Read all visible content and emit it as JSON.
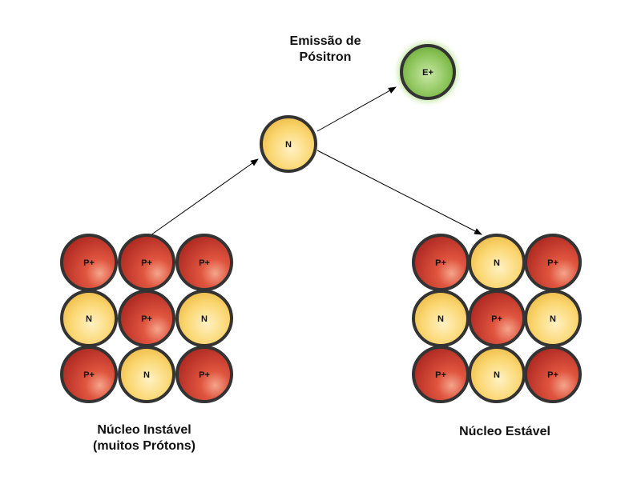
{
  "labels": {
    "emission_line1": "Emissão de",
    "emission_line2": "Pósitron",
    "unstable_line1": "Núcleo Instável",
    "unstable_line2": "(muitos Prótons)",
    "stable": "Núcleo Estável"
  },
  "particles": {
    "proton": "P+",
    "neutron": "N",
    "positron": "E+"
  },
  "nuclei": {
    "unstable": [
      [
        "proton",
        "proton",
        "proton"
      ],
      [
        "neutron",
        "proton",
        "neutron"
      ],
      [
        "proton",
        "neutron",
        "proton"
      ]
    ],
    "stable": [
      [
        "proton",
        "neutron",
        "proton"
      ],
      [
        "neutron",
        "proton",
        "neutron"
      ],
      [
        "proton",
        "neutron",
        "proton"
      ]
    ]
  },
  "colors": {
    "proton": "#c9362b",
    "neutron": "#f3c44e",
    "positron": "#7ab648",
    "outline": "#333333",
    "arrow": "#000000"
  }
}
